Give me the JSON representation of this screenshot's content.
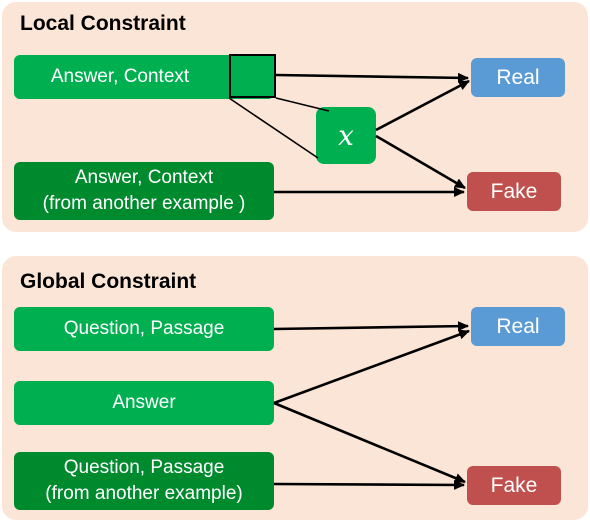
{
  "local": {
    "title": "Local Constraint",
    "input_top": "Answer, Context",
    "input_bottom": [
      "Answer, Context",
      "(from another example )"
    ],
    "latent_symbol": "x",
    "real_label": "Real",
    "fake_label": "Fake"
  },
  "global": {
    "title": "Global Constraint",
    "input_top": "Question, Passage",
    "input_middle": "Answer",
    "input_bottom": [
      "Question, Passage",
      "(from another example)"
    ],
    "real_label": "Real",
    "fake_label": "Fake"
  },
  "colors": {
    "panel_bg": "#fbe5d6",
    "light_green": "#00b050",
    "dark_green": "#008a2e",
    "real_blue": "#5b9bd5",
    "fake_red": "#c0504d"
  }
}
